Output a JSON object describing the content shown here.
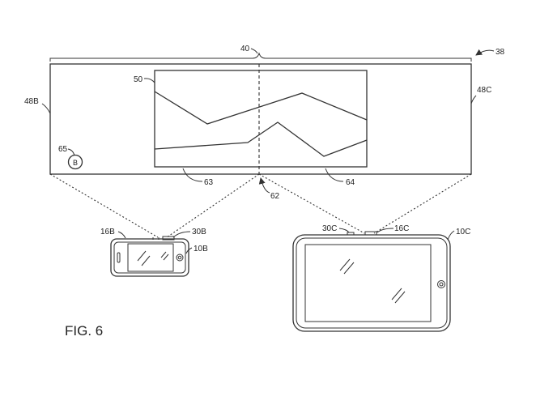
{
  "figure_title": "FIG. 6",
  "labels": {
    "display_system": "38",
    "display_span": "40",
    "display_surface": "50",
    "left_region": "48B",
    "right_region": "48C",
    "indicator": "65",
    "indicator_letter": "B",
    "left_part": "63",
    "right_part": "64",
    "boundary": "62",
    "phone_edge": "16B",
    "phone_sensor": "30B",
    "phone_device": "10B",
    "tablet_sensor": "30C",
    "tablet_edge": "16C",
    "tablet_device": "10C"
  }
}
